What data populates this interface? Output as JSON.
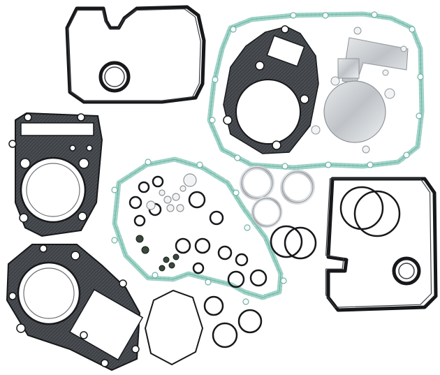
{
  "image": {
    "subject": "gasket-set-product-photo",
    "background": "#ffffff"
  },
  "colors": {
    "rubber_black": "#16181a",
    "rubber_edge": "#3a3d40",
    "graphite": "#4a4d51",
    "graphite_light": "#6b6f74",
    "paper_teal": "#9fd3c7",
    "paper_teal_dark": "#6fb3a5",
    "steel": "#c9ccd0",
    "steel_dark": "#8f9499",
    "white_part": "#f2f3f4"
  },
  "parts": [
    "valve-cover-gasket-top-left",
    "cylinder-head-gasket-left-upper",
    "cylinder-head-gasket-left-lower",
    "crankcase-gasket-top-right",
    "cylinder-base-gasket",
    "clutch-cover-gasket-center",
    "valve-cover-gasket-right",
    "o-ring-assortment",
    "copper-washer-assortment",
    "metal-ring-set"
  ]
}
